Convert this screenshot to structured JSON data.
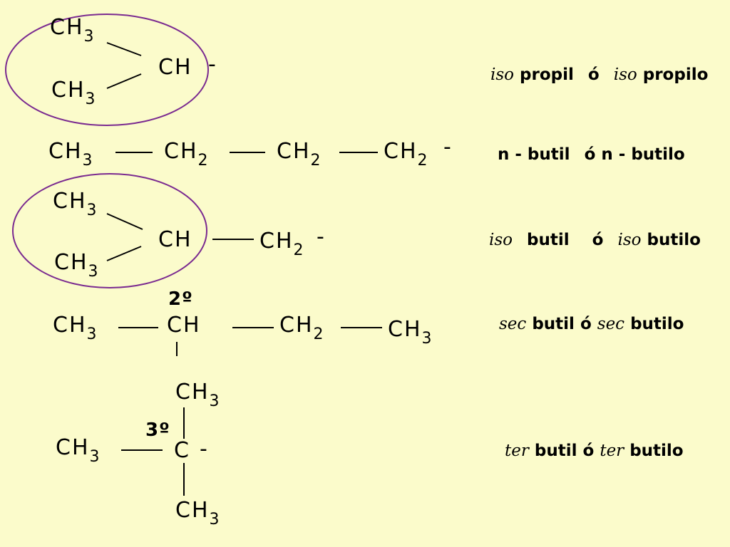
{
  "colors": {
    "background": "#fbfbcb",
    "circle": "#7a2a90",
    "text": "#000000"
  },
  "atoms": {
    "ch3": "CH",
    "ch2": "CH",
    "ch": "CH",
    "c": "C",
    "sub3": "3",
    "sub2": "2",
    "radical": "-"
  },
  "labels": {
    "secondary": "2º",
    "tertiary": "3º"
  },
  "names": [
    {
      "prefix": "iso",
      "base": "propil",
      "connector": "ó",
      "prefix2": "iso",
      "base2": "propilo"
    },
    {
      "prefix": "",
      "base": "n - butil",
      "connector": "ó",
      "prefix2": "",
      "base2": "n - butilo"
    },
    {
      "prefix": "iso",
      "base": "butil",
      "connector": "ó",
      "prefix2": "iso",
      "base2": "butilo"
    },
    {
      "prefix": "sec",
      "base": "butil",
      "connector": "ó",
      "prefix2": "sec",
      "base2": "butilo"
    },
    {
      "prefix": "ter",
      "base": "butil",
      "connector": "ó",
      "prefix2": "ter",
      "base2": "butilo"
    }
  ]
}
